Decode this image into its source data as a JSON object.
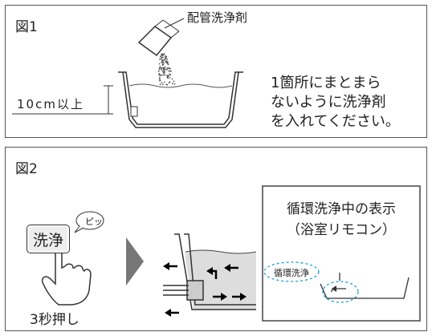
{
  "figure1": {
    "title": "図1",
    "detergent_label": "配管洗浄剤",
    "depth_label": "10cm以上",
    "instruction_lines": [
      "1箇所にまとまら",
      "ないように洗浄剤",
      "を入れてください。"
    ]
  },
  "figure2": {
    "title": "図2",
    "button_label": "洗浄",
    "beep": "ピッ",
    "press_caption": "3秒押し",
    "remote_title_line1": "循環洗浄中の表示",
    "remote_title_line2": "（浴室リモコン）",
    "remote_indicator": "循環洗浄"
  }
}
